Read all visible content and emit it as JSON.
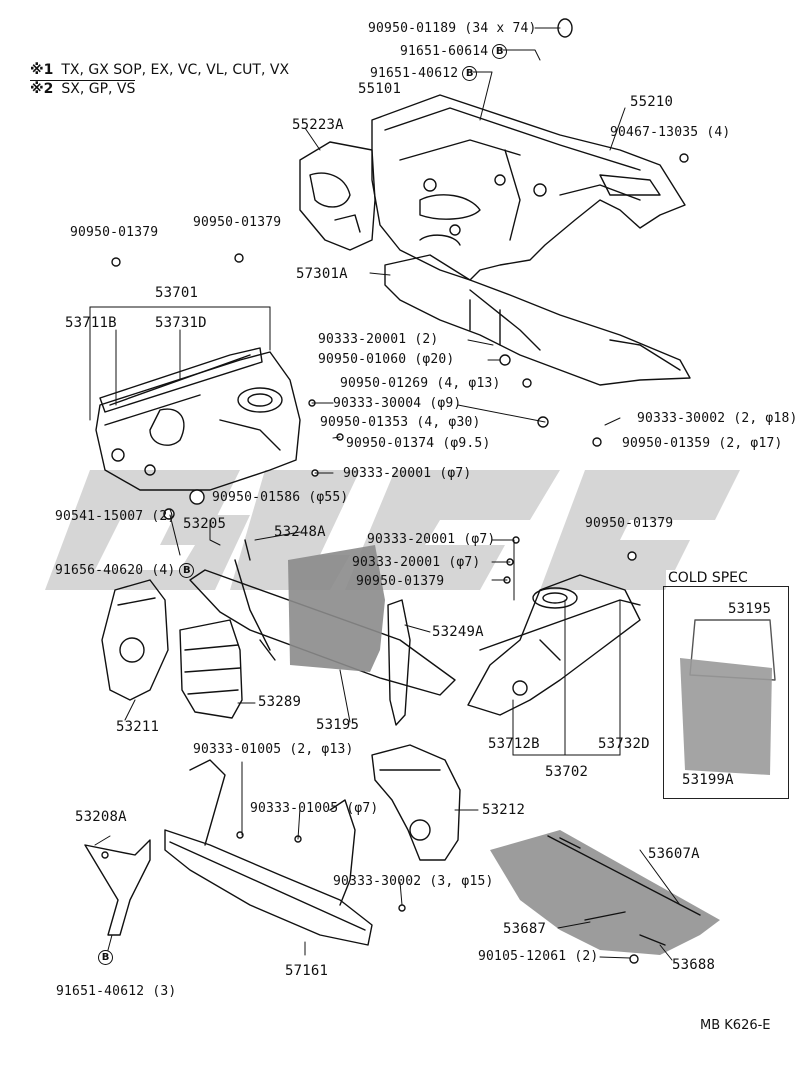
{
  "legend": [
    {
      "mark": "※1",
      "text": "TX, GX SOP, EX, VC, VL, CUT, VX"
    },
    {
      "mark": "※2",
      "text": "SX, GP, VS"
    }
  ],
  "badge_letter": "B",
  "cold_spec": {
    "title": "COLD SPEC",
    "parts": [
      "53195",
      "53199A"
    ]
  },
  "diagram_code": "MB K626-E",
  "watermark": {
    "color": "#c8c8c8"
  },
  "labels": {
    "p90950_01189": "90950-01189 (34 x 74)",
    "p91651_60614": "91651-60614",
    "p91651_40612": "91651-40612",
    "p55101": "55101",
    "p55210": "55210",
    "p90467_13035": "90467-13035 (4)",
    "p55223A": "55223A",
    "p90950_01379a": "90950-01379",
    "p90950_01379b": "90950-01379",
    "p57301A": "57301A",
    "p53701": "53701",
    "p53711B": "53711B",
    "p53731D": "53731D",
    "p90333_20001_2": "90333-20001 (2)",
    "p90950_01060": "90950-01060 (φ20)",
    "p90950_01269": "90950-01269 (4, φ13)",
    "p90333_30004": "90333-30004 (φ9)",
    "p90950_01353": "90950-01353 (4, φ30)",
    "p90333_30002_2": "90333-30002 (2, φ18)",
    "p90950_01374": "90950-01374 (φ9.5)",
    "p90950_01359": "90950-01359 (2, φ17)",
    "p90333_20001_p7a": "90333-20001 (φ7)",
    "p90950_01586": "90950-01586 (φ55)",
    "p90541_15007": "90541-15007 (2)",
    "p53205": "53205",
    "p53248A": "53248A",
    "p90333_20001_p7b": "90333-20001 (φ7)",
    "p90950_01379c": "90950-01379",
    "p90333_20001_p7c": "90333-20001 (φ7)",
    "p90950_01379d": "90950-01379",
    "p91656_40620": "91656-40620 (4)",
    "p53249A": "53249A",
    "p53211": "53211",
    "p53289": "53289",
    "p53195": "53195",
    "p53712B": "53712B",
    "p53732D": "53732D",
    "p53702": "53702",
    "p90333_01005_2": "90333-01005 (2, φ13)",
    "p90333_01005_p7": "90333-01005 (φ7)",
    "p53212": "53212",
    "p53208A": "53208A",
    "p90333_30002_3": "90333-30002 (3, φ15)",
    "p53607A": "53607A",
    "p53687": "53687",
    "p90105_12061": "90105-12061 (2)",
    "p53688": "53688",
    "p57161": "57161",
    "p91651_40612_3": "91651-40612 (3)"
  }
}
